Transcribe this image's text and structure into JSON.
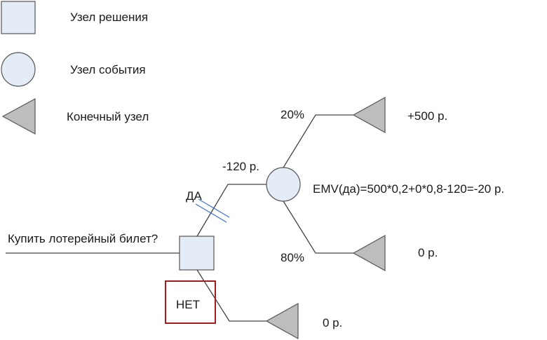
{
  "legend": {
    "decision": "Узел решения",
    "chance": "Узел события",
    "terminal": "Конечный узел"
  },
  "question": "Купить лотерейный билет?",
  "yes_label": "ДА",
  "no_label": "НЕТ",
  "cost": "-120 р.",
  "prob_high": "20%",
  "prob_low": "80%",
  "payoff_win": "+500 р.",
  "payoff_lose": "0 р.",
  "payoff_no": "0 р.",
  "emv": "EMV(да)=500*0,2+0*0,8-120=-20 р.",
  "colors": {
    "node_fill": "#e4ecf7",
    "terminal_fill": "#bdbdbd",
    "highlight": "#a51c1c",
    "cut_mark": "#3a6fd6"
  }
}
